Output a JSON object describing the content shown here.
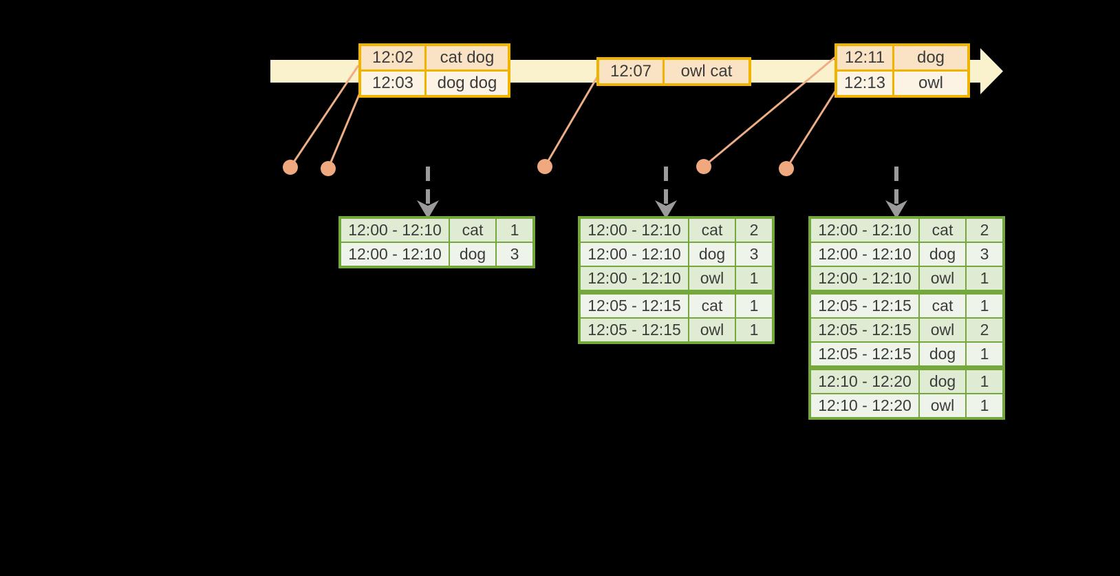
{
  "colors": {
    "background": "#000000",
    "timeline_fill": "#FAF1CD",
    "event_table_border": "#F0B400",
    "event_row_dark": "#FAE3C4",
    "event_row_light": "#FCF3E5",
    "result_table_border": "#74A83C",
    "result_row_dark": "#DFEBD2",
    "result_row_light": "#EFF4EA",
    "connector_line": "#EDAD85",
    "event_dot": "#F0A87E",
    "trigger_arrow": "#9B9B9B",
    "text": "#3C3C3C"
  },
  "event_tables": [
    {
      "rows": [
        {
          "time": "12:02",
          "words": "cat dog"
        },
        {
          "time": "12:03",
          "words": "dog dog"
        }
      ]
    },
    {
      "rows": [
        {
          "time": "12:07",
          "words": "owl cat"
        }
      ]
    },
    {
      "rows": [
        {
          "time": "12:11",
          "words": "dog"
        },
        {
          "time": "12:13",
          "words": "owl"
        }
      ]
    }
  ],
  "result_tables": [
    {
      "rows": [
        {
          "window": "12:00 - 12:10",
          "word": "cat",
          "count": "1"
        },
        {
          "window": "12:00 - 12:10",
          "word": "dog",
          "count": "3"
        }
      ]
    },
    {
      "rows": [
        {
          "window": "12:00 - 12:10",
          "word": "cat",
          "count": "2"
        },
        {
          "window": "12:00 - 12:10",
          "word": "dog",
          "count": "3"
        },
        {
          "window": "12:00 - 12:10",
          "word": "owl",
          "count": "1"
        },
        {
          "window": "12:05 - 12:15",
          "word": "cat",
          "count": "1"
        },
        {
          "window": "12:05 - 12:15",
          "word": "owl",
          "count": "1"
        }
      ]
    },
    {
      "rows": [
        {
          "window": "12:00 - 12:10",
          "word": "cat",
          "count": "2"
        },
        {
          "window": "12:00 - 12:10",
          "word": "dog",
          "count": "3"
        },
        {
          "window": "12:00 - 12:10",
          "word": "owl",
          "count": "1"
        },
        {
          "window": "12:05 - 12:15",
          "word": "cat",
          "count": "1"
        },
        {
          "window": "12:05 - 12:15",
          "word": "owl",
          "count": "2"
        },
        {
          "window": "12:05 - 12:15",
          "word": "dog",
          "count": "1"
        },
        {
          "window": "12:10 - 12:20",
          "word": "dog",
          "count": "1"
        },
        {
          "window": "12:10 - 12:20",
          "word": "owl",
          "count": "1"
        }
      ]
    }
  ]
}
